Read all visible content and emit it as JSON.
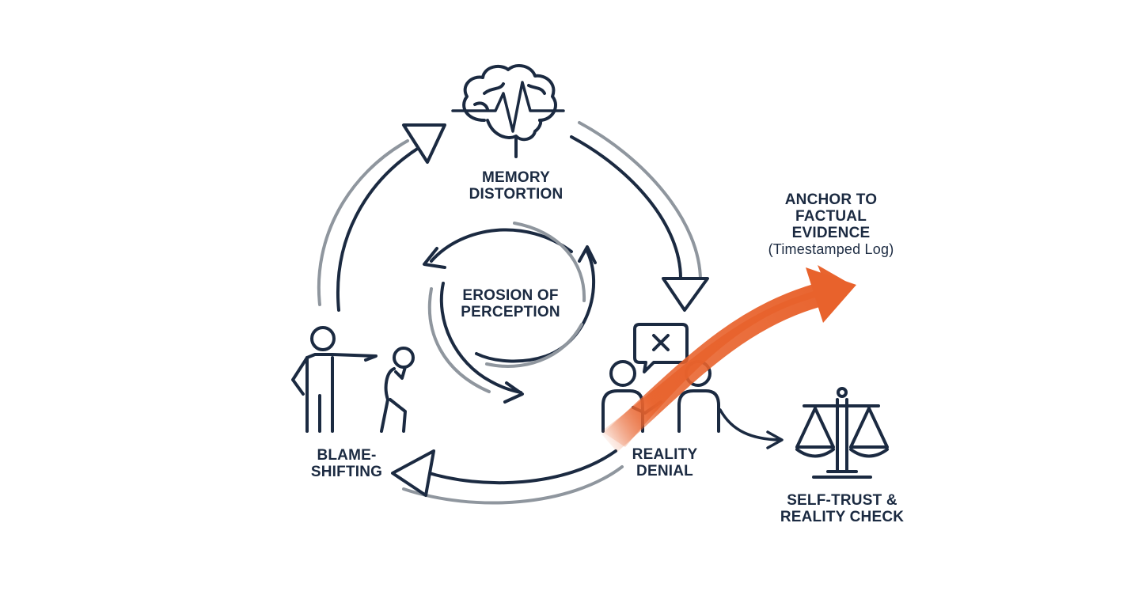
{
  "nodes": {
    "memory": {
      "lines": [
        "MEMORY",
        "DISTORTION"
      ],
      "icon": "brain-pulse-icon"
    },
    "reality_denial": {
      "lines": [
        "REALITY",
        "DENIAL"
      ],
      "icon": "two-people-speech-x-icon"
    },
    "blame_shifting": {
      "lines": [
        "BLAME-",
        "SHIFTING"
      ],
      "icon": "pointing-blame-figures-icon"
    },
    "center": {
      "lines": [
        "EROSION OF",
        "PERCEPTION"
      ],
      "icon": "circular-arrows-icon"
    }
  },
  "anchor": {
    "lines": [
      "ANCHOR TO",
      "FACTUAL",
      "EVIDENCE"
    ],
    "subtitle": "(Timestamped Log)",
    "icon": "orange-arrow-icon"
  },
  "self_trust": {
    "lines": [
      "SELF-TRUST &",
      "REALITY CHECK"
    ],
    "icon": "balance-scale-icon"
  },
  "colors": {
    "navy": "#1b2a41",
    "gray": "#8f969e",
    "orange": "#e8622c"
  }
}
